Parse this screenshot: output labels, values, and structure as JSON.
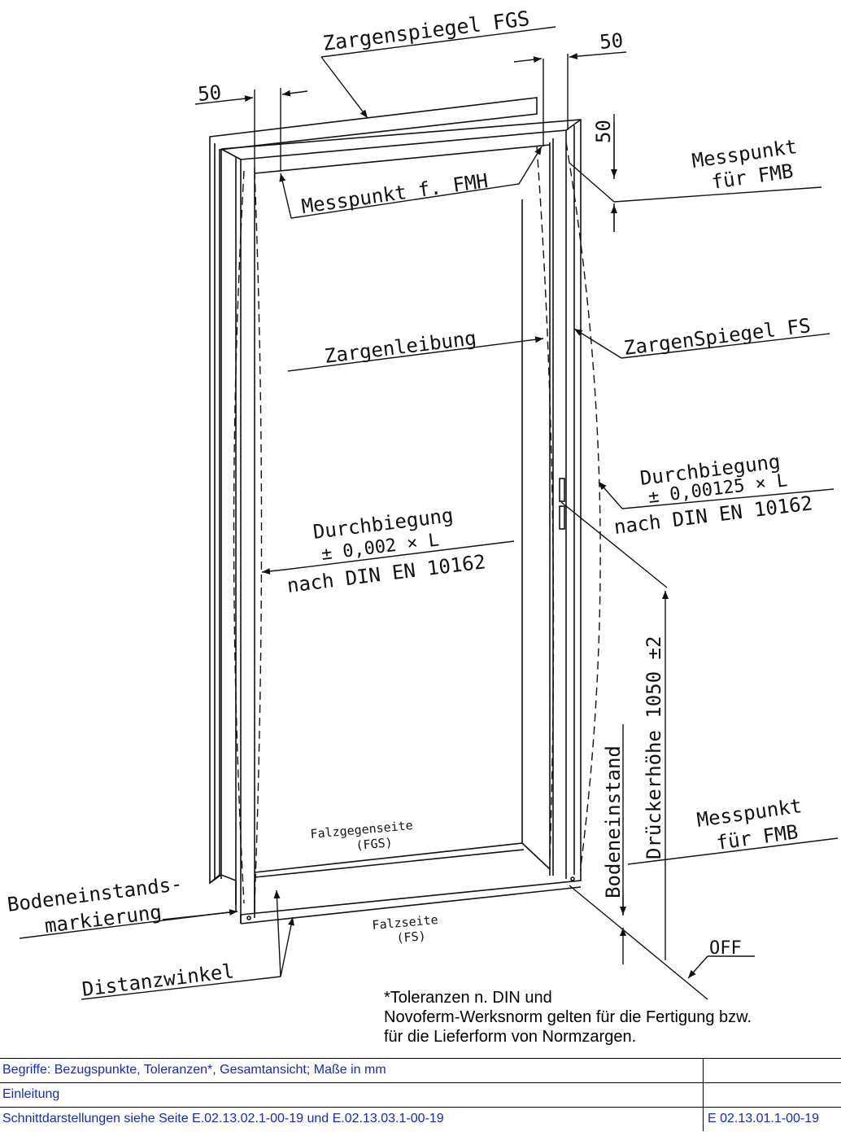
{
  "labels": {
    "zargenspiegel_fgs": "Zargenspiegel FGS",
    "dim_50_left": "50",
    "dim_50_right": "50",
    "dim_50_vertical": "50",
    "messpunkt_fmh": "Messpunkt f. FMH",
    "messpunkt_fmb_top_line1": "Messpunkt",
    "messpunkt_fmb_top_line2": "für FMB",
    "zargenleibung": "Zargenleibung",
    "zargenspiegel_fs": "ZargenSpiegel FS",
    "durchbiegung_right_line1": "Durchbiegung",
    "durchbiegung_right_line2": "± 0,00125 × L",
    "durchbiegung_right_line3": "nach DIN EN 10162",
    "durchbiegung_left_line1": "Durchbiegung",
    "durchbiegung_left_line2": "± 0,002 × L",
    "durchbiegung_left_line3": "nach DIN EN 10162",
    "drueckerhoehe": "Drückerhöhe 1050 ±2",
    "bodeneinstand": "Bodeneinstand",
    "messpunkt_fmb_bottom_line1": "Messpunkt",
    "messpunkt_fmb_bottom_line2": "für FMB",
    "falzgegenseite_line1": "Falzgegenseite",
    "falzgegenseite_line2": "(FGS)",
    "falzseite_line1": "Falzseite",
    "falzseite_line2": "(FS)",
    "bodeneinstandsmarkierung_line1": "Bodeneinstands-",
    "bodeneinstandsmarkierung_line2": "markierung",
    "distanzwinkel": "Distanzwinkel",
    "off": "OFF"
  },
  "note": {
    "line1": "*Toleranzen n. DIN und",
    "line2": "Novoferm-Werksnorm gelten für die Fertigung bzw.",
    "line3": "für die Lieferform von Normzargen."
  },
  "info_table": {
    "row1": "Begriffe: Bezugspunkte, Toleranzen*, Gesamtansicht; Maße in mm",
    "row2": "Einleitung",
    "row3": "Schnittdarstellungen siehe Seite E.02.13.02.1-00-19 und E.02.13.03.1-00-19",
    "page_id": "E 02.13.01.1-00-19"
  },
  "colors": {
    "line": "#111111",
    "info_text": "#1428c8"
  }
}
